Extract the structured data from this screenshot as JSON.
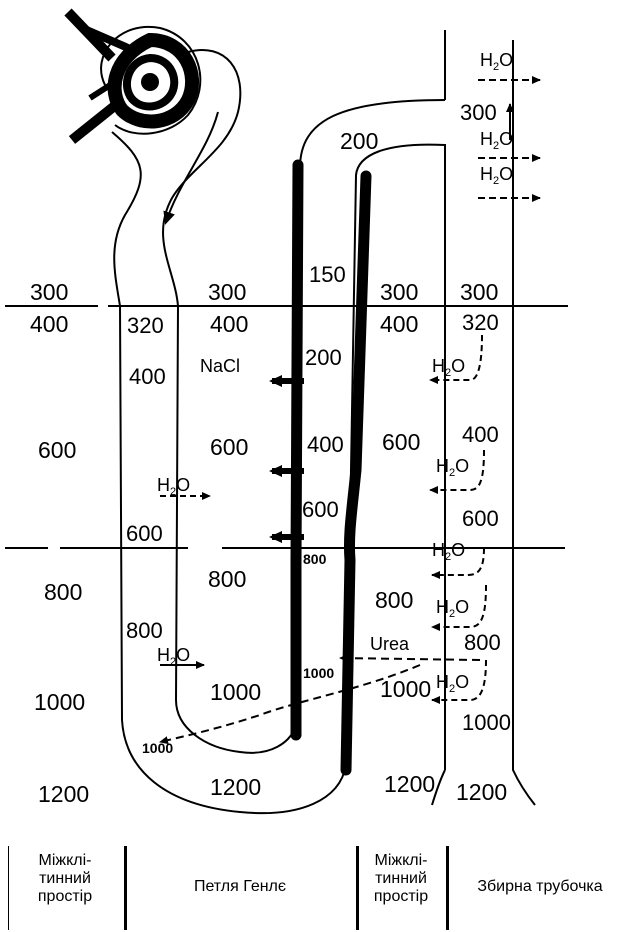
{
  "level_labels": {
    "interstitial_left": [
      "300",
      "400",
      "600",
      "800",
      "1000",
      "1200"
    ],
    "descending_limb_outer": [
      "300",
      "400",
      "600",
      "800",
      "1000",
      "1200"
    ],
    "descending_limb_inner": [
      "320",
      "400",
      "600",
      "800",
      "1000"
    ],
    "ascending_limb": [
      "200",
      "150",
      "200",
      "400",
      "600",
      "800",
      "1000"
    ],
    "interstitial_right": [
      "300",
      "400",
      "600",
      "800",
      "1000",
      "1200"
    ],
    "collecting_duct": [
      "300",
      "300",
      "320",
      "400",
      "600",
      "800",
      "1000",
      "1200"
    ]
  },
  "molecules": {
    "water": "H2O",
    "water_base": "H",
    "water_subscript": "2",
    "water_tail": "O",
    "salt": "NaCl",
    "urea": "Urea"
  },
  "legend": {
    "interstitial_1": [
      "Міжклі-",
      "тинний",
      "простір"
    ],
    "loop": "Петля Генлє",
    "interstitial_2": [
      "Міжклі-",
      "тинний",
      "простір"
    ],
    "collecting_duct": "Збирна трубочка"
  }
}
